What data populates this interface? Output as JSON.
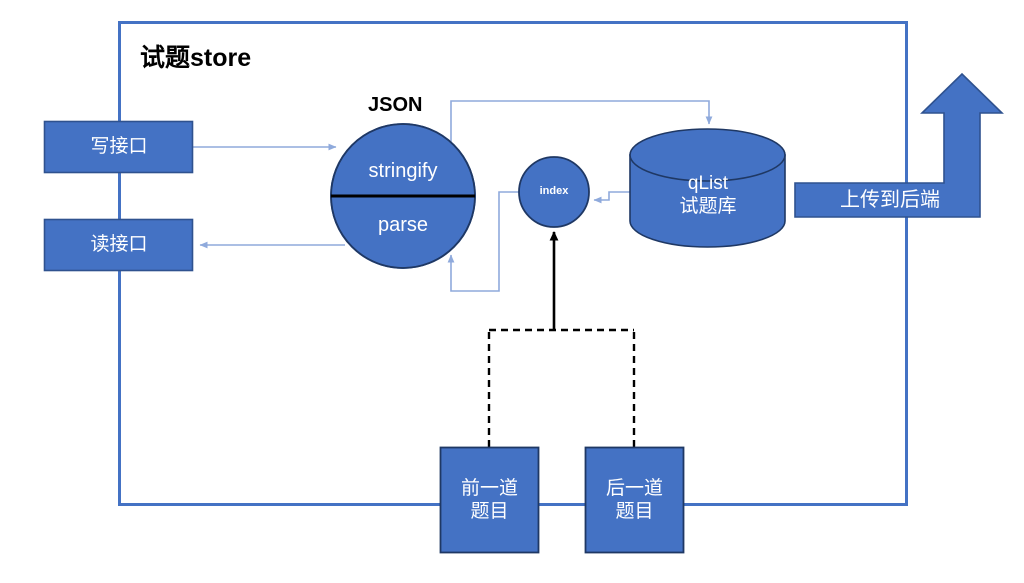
{
  "diagram": {
    "type": "architecture-flow-diagram",
    "title": "试题store",
    "frame": {
      "label": "试题store",
      "border_color": "#4472C4",
      "fill": "#FFFFFF"
    },
    "palette": {
      "shape_fill": "#4472C4",
      "shape_stroke": "#2F528F",
      "connector_blue": "#8FAADC",
      "connector_black": "#000000",
      "text_on_shape": "#FFFFFF",
      "text_plain": "#000000"
    },
    "nodes": [
      {
        "id": "write-api",
        "label": "写接口",
        "shape": "rectangle"
      },
      {
        "id": "read-api",
        "label": "读接口",
        "shape": "rectangle"
      },
      {
        "id": "json",
        "label": "JSON",
        "shape": "caption"
      },
      {
        "id": "stringify",
        "label": "stringify",
        "shape": "half-circle-top"
      },
      {
        "id": "parse",
        "label": "parse",
        "shape": "half-circle-bottom"
      },
      {
        "id": "index",
        "label": "index",
        "shape": "circle"
      },
      {
        "id": "qlist",
        "label": "qList\n试题库",
        "shape": "cylinder"
      },
      {
        "id": "upload",
        "label": "上传到后端",
        "shape": "elbow-arrow-up"
      },
      {
        "id": "prev-question",
        "label": "前一道\n题目",
        "shape": "rectangle"
      },
      {
        "id": "next-question",
        "label": "后一道\n题目",
        "shape": "rectangle"
      }
    ],
    "edges": [
      {
        "from": "write-api",
        "to": "stringify",
        "style": "solid",
        "color": "#8FAADC"
      },
      {
        "from": "parse",
        "to": "read-api",
        "style": "solid",
        "color": "#8FAADC"
      },
      {
        "from": "stringify",
        "to": "qlist",
        "style": "solid",
        "color": "#8FAADC"
      },
      {
        "from": "qlist",
        "to": "index",
        "style": "solid",
        "color": "#8FAADC"
      },
      {
        "from": "index",
        "to": "parse",
        "style": "solid",
        "color": "#8FAADC"
      },
      {
        "from": "prev-question",
        "to": "index",
        "style": "dashed",
        "color": "#000000"
      },
      {
        "from": "next-question",
        "to": "index",
        "style": "dashed",
        "color": "#000000"
      }
    ]
  }
}
